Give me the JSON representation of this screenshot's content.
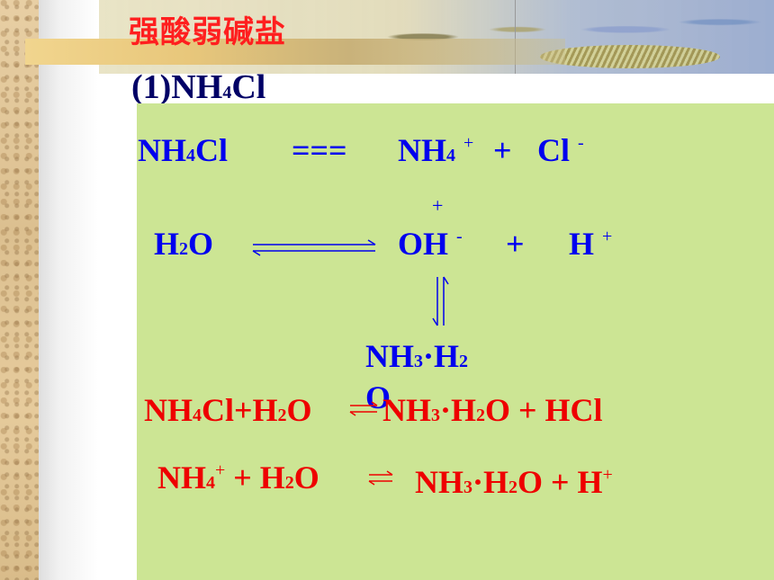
{
  "slide": {
    "title": "强酸弱碱盐",
    "subtitle": {
      "prefix": "(1)NH",
      "sub": "4",
      "suffix": "Cl"
    }
  },
  "dissociation": {
    "left_main": "NH",
    "left_sub": "4",
    "left_end": "Cl",
    "equals": "===",
    "ion1_main": "NH",
    "ion1_sub": "4",
    "ion1_charge": "+",
    "plus": "+",
    "ion2_main": "Cl",
    "ion2_charge": "-"
  },
  "water": {
    "stray_plus": "+",
    "h2o_a": "H",
    "h2o_sub": "2",
    "h2o_b": "O",
    "oh": "OH",
    "oh_charge": "-",
    "plus": "+",
    "h": "H",
    "h_charge": "+"
  },
  "product": {
    "line1_a": "NH",
    "line1_sub": "3",
    "line1_b": "·H",
    "line1_sub2": "2",
    "line2": "O"
  },
  "overall": {
    "lhs_a": "NH",
    "lhs_sub": "4",
    "lhs_b": "Cl+H",
    "lhs_sub2": "2",
    "lhs_c": "O",
    "rhs_a": "NH",
    "rhs_sub": "3",
    "rhs_b": "·H",
    "rhs_sub2": "2",
    "rhs_c": "O + HCl"
  },
  "ionic": {
    "lhs_a": "NH",
    "lhs_sub": "4",
    "lhs_charge": "+",
    "lhs_b": "+ H",
    "lhs_sub2": "2",
    "lhs_c": "O",
    "rhs_a": "NH",
    "rhs_sub": "3",
    "rhs_b": "·H",
    "rhs_sub2": "2",
    "rhs_c": "O + H",
    "rhs_charge": "+"
  },
  "colors": {
    "title": "#ff1f1f",
    "subtitle": "#000066",
    "panel": "#cce594",
    "blue": "#0000ee",
    "red": "#ee0000"
  }
}
